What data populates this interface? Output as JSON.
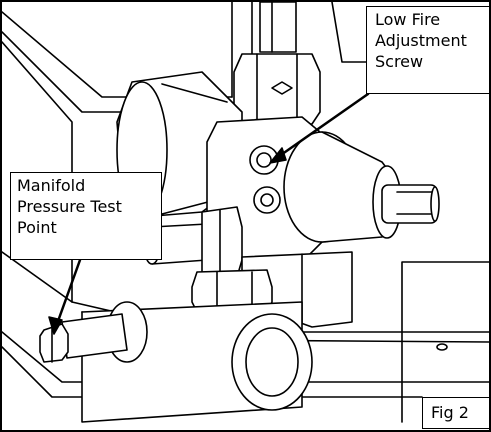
{
  "callouts": {
    "low_fire": [
      "Low Fire",
      "Adjustment",
      "Screw"
    ],
    "manifold": [
      "Manifold",
      "Pressure Test",
      "Point"
    ]
  },
  "figure_label": "Fig 2"
}
